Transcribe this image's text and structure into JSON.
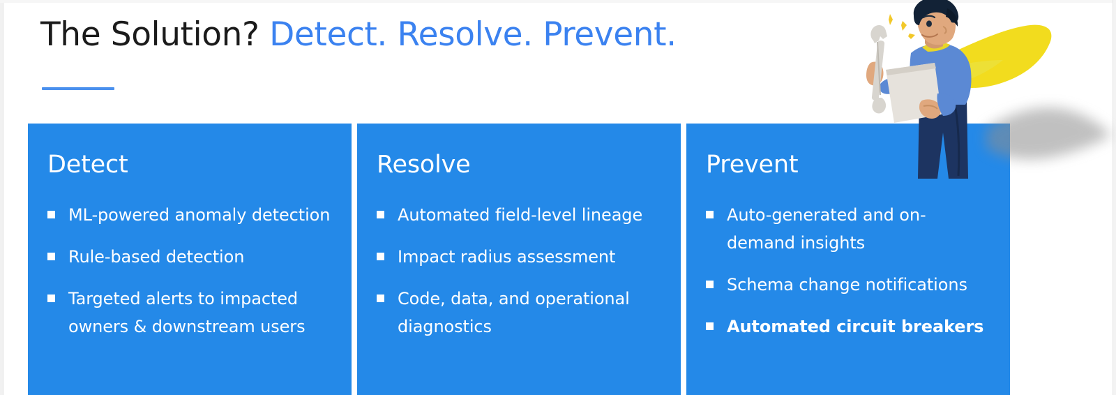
{
  "slide": {
    "heading": {
      "lead_text": "The Solution? ",
      "accent_text": "Detect. Resolve. Prevent."
    },
    "accent_bar_color": "#4a90ee",
    "card_color": "#2489e8",
    "heading_accent_color": "#3b82f0",
    "heading_text_color": "#1b1b1b",
    "cards": [
      {
        "title": "Detect",
        "items": [
          {
            "text": "ML-powered anomaly detection",
            "bold": false
          },
          {
            "text": "Rule-based detection",
            "bold": false
          },
          {
            "text": "Targeted alerts to impacted owners & downstream users",
            "bold": false
          }
        ]
      },
      {
        "title": "Resolve",
        "items": [
          {
            "text": "Automated field-level lineage",
            "bold": false
          },
          {
            "text": "Impact radius assessment",
            "bold": false
          },
          {
            "text": "Code, data, and operational diagnostics",
            "bold": false
          }
        ]
      },
      {
        "title": "Prevent",
        "items": [
          {
            "text": "Auto-generated and on-demand insights",
            "bold": false
          },
          {
            "text": "Schema change notifications",
            "bold": false
          },
          {
            "text": "Automated circuit breakers",
            "bold": true
          }
        ]
      }
    ],
    "illustration": {
      "name": "superhero-engineer-illustration",
      "description": "Person with yellow cape holding a wrench and clipboard",
      "colors": {
        "cape": "#f2dc1e",
        "sweater": "#5b89d4",
        "pants": "#1d3461",
        "hair": "#122236",
        "skin": "#e0a87e",
        "wrench": "#d8d5cf",
        "clipboard": "#e6e2dc",
        "shadow": "#9a9a9a"
      }
    }
  }
}
